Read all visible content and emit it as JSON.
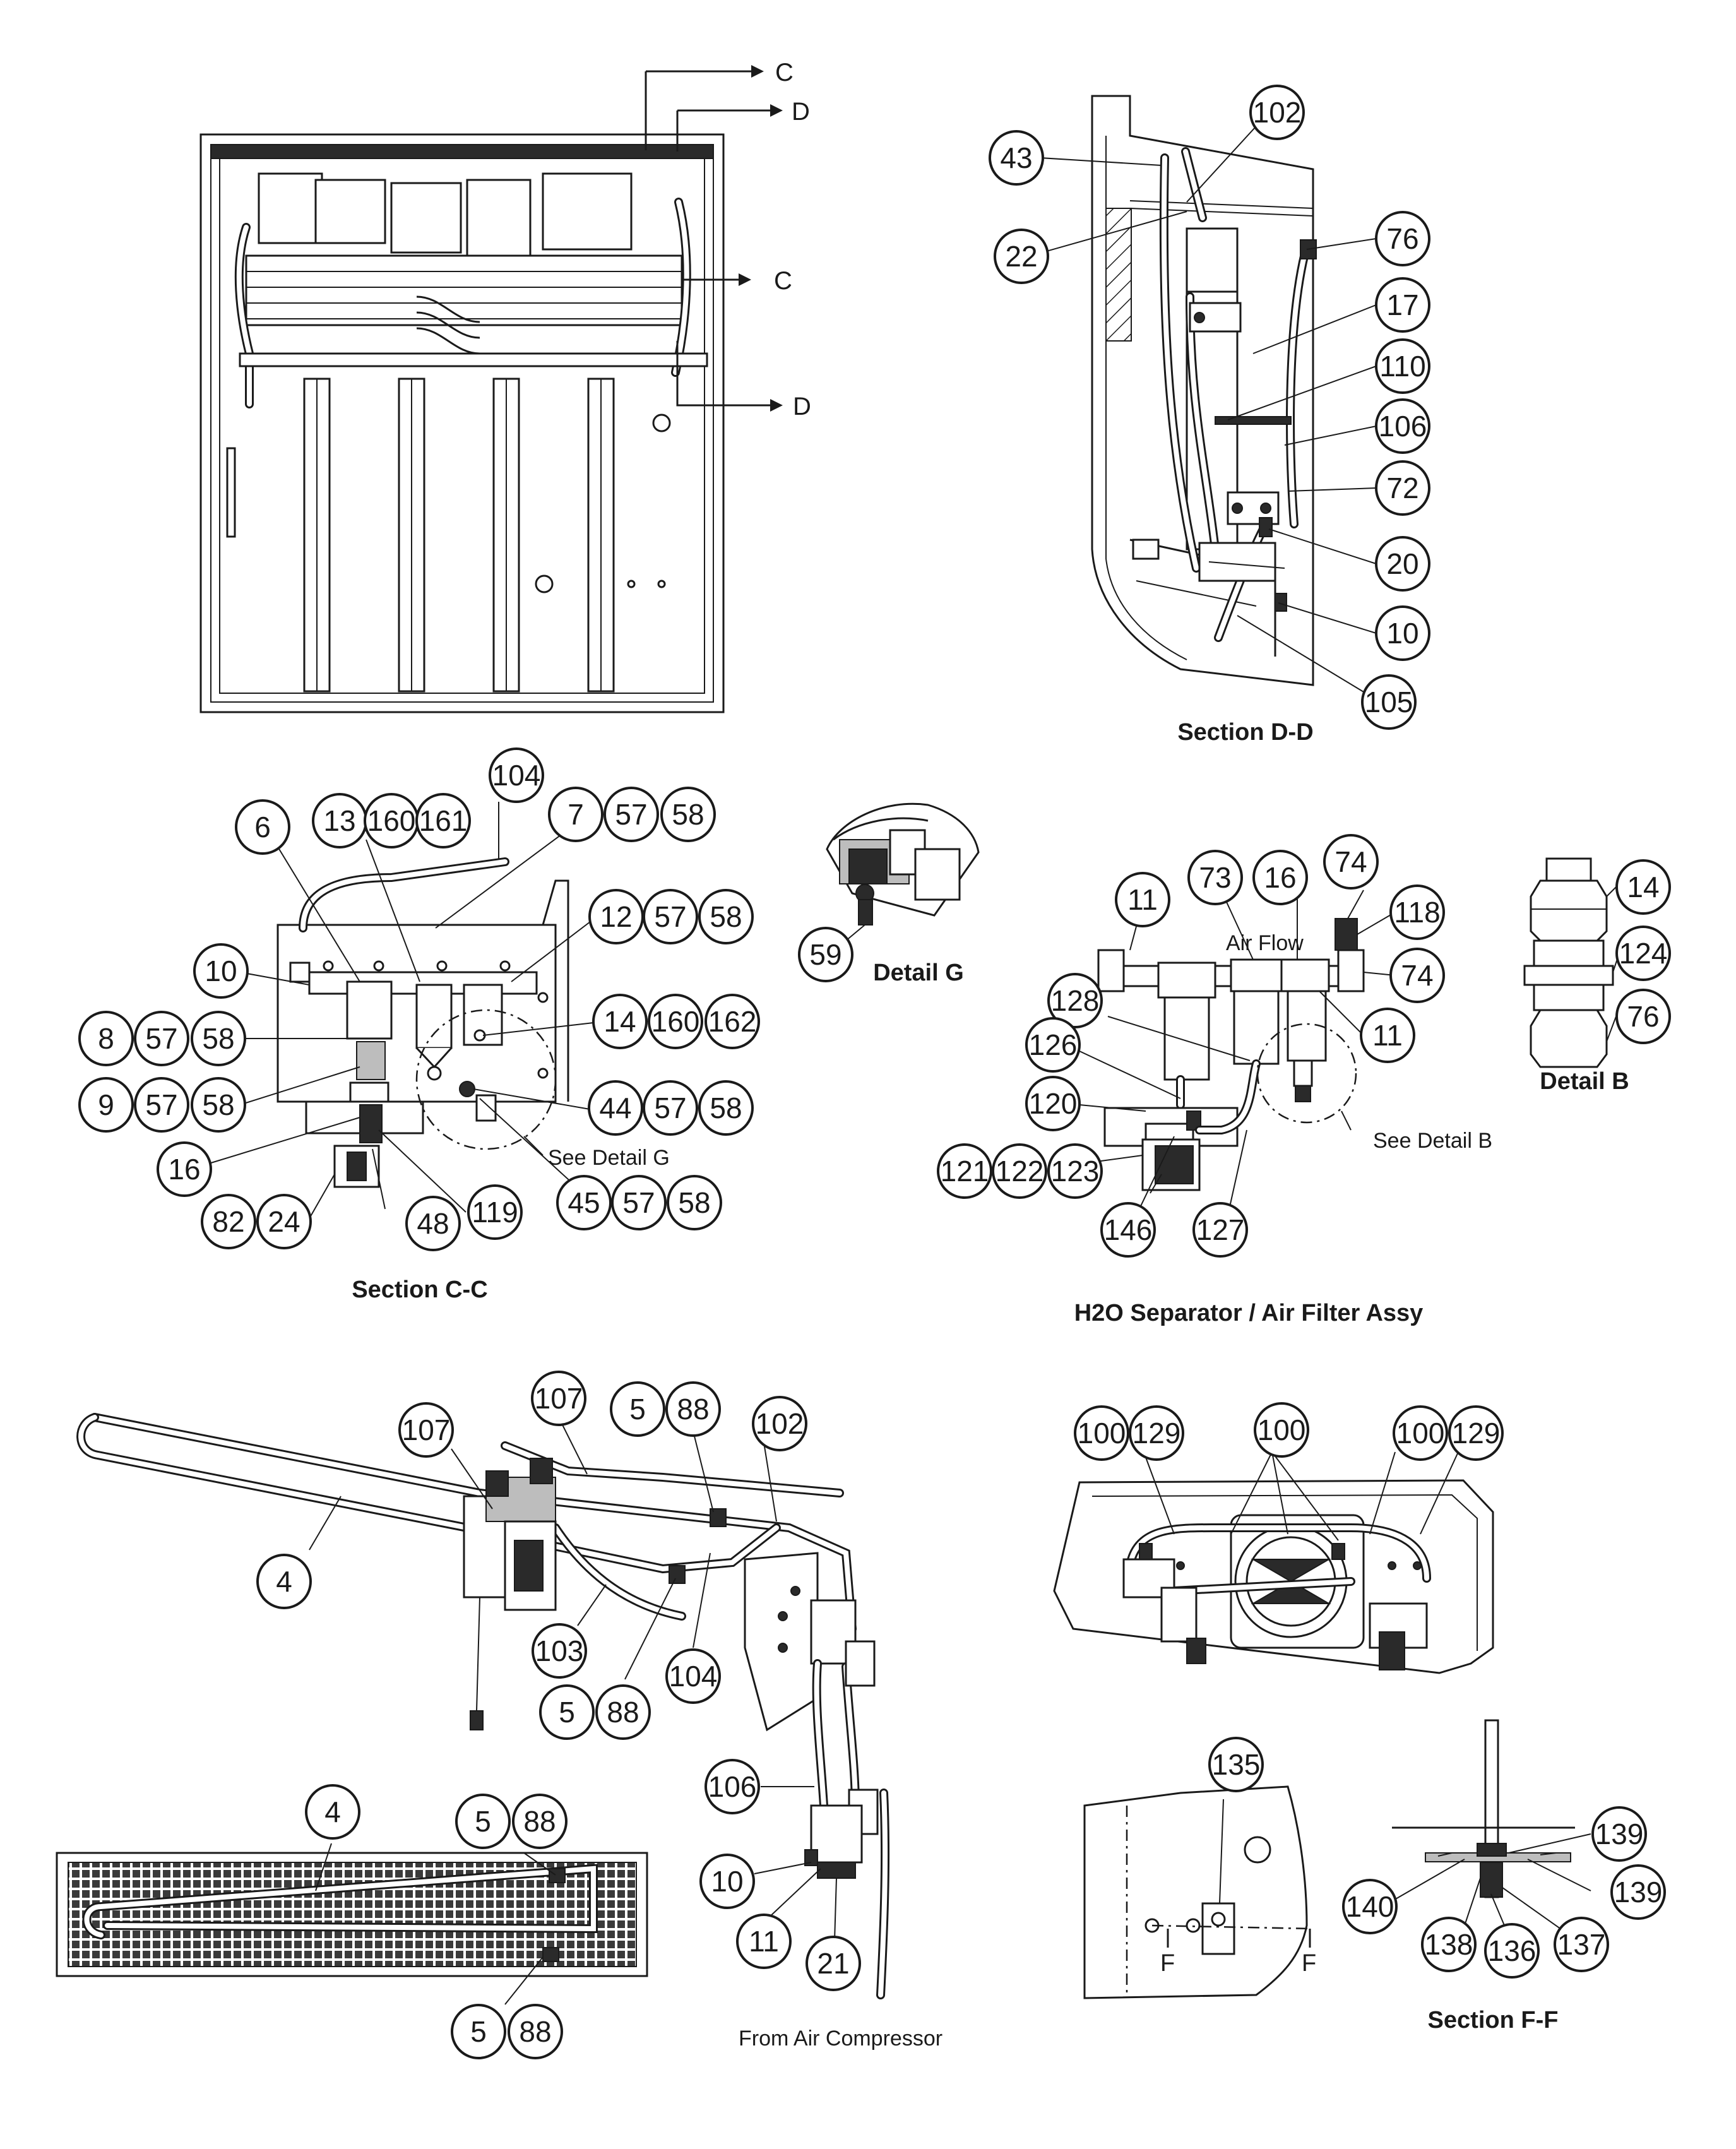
{
  "drawing": {
    "section_markers": [
      "C",
      "D",
      "C",
      "D"
    ],
    "views": [
      {
        "id": "section-d-d",
        "caption": "Section D-D"
      },
      {
        "id": "section-c-c",
        "caption": "Section C-C"
      },
      {
        "id": "detail-g",
        "caption": "Detail G"
      },
      {
        "id": "h2o-separator",
        "caption": "H2O Separator / Air Filter Assy"
      },
      {
        "id": "detail-b",
        "caption": "Detail B"
      },
      {
        "id": "section-f-f",
        "caption": "Section F-F"
      }
    ],
    "notes": {
      "see_detail_g": "See Detail G",
      "see_detail_b": "See Detail B",
      "air_flow": "Air Flow",
      "from_air_compressor": "From Air Compressor"
    },
    "section_f_marks": [
      "F",
      "F"
    ]
  },
  "callouts": {
    "section_d_d": [
      "43",
      "102",
      "22",
      "76",
      "17",
      "110",
      "106",
      "72",
      "20",
      "10",
      "105"
    ],
    "section_c_c": [
      "104",
      "6",
      "13",
      "160",
      "161",
      "7",
      "57",
      "58",
      "12",
      "57",
      "58",
      "10",
      "8",
      "57",
      "58",
      "14",
      "160",
      "162",
      "9",
      "57",
      "58",
      "44",
      "57",
      "58",
      "16",
      "45",
      "57",
      "58",
      "82",
      "24",
      "48",
      "119"
    ],
    "detail_g": [
      "59"
    ],
    "h2o_separator": [
      "11",
      "73",
      "16",
      "74",
      "118",
      "74",
      "11",
      "128",
      "126",
      "120",
      "121",
      "122",
      "123",
      "146",
      "127"
    ],
    "detail_b": [
      "14",
      "124",
      "76"
    ],
    "tubing": [
      "107",
      "107",
      "5",
      "88",
      "102",
      "4",
      "103",
      "5",
      "88",
      "104",
      "106",
      "10",
      "11",
      "21"
    ],
    "floor": [
      "4",
      "5",
      "88",
      "5",
      "88"
    ],
    "top_right": [
      "100",
      "129",
      "100",
      "100",
      "129"
    ],
    "section_f_f": [
      "135",
      "139",
      "140",
      "139",
      "138",
      "136",
      "137"
    ]
  }
}
